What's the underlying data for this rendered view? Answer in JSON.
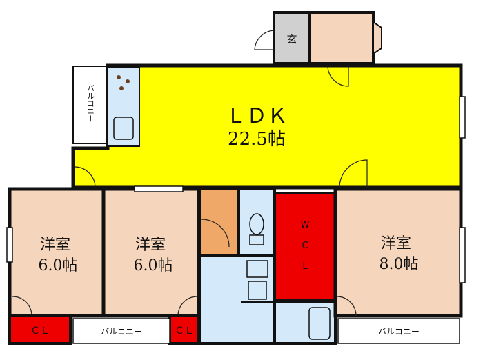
{
  "rooms": {
    "entrance": {
      "label": "玄"
    },
    "ldk": {
      "label": "ＬＤＫ",
      "area": "22.5帖"
    },
    "bedroom1": {
      "label": "洋室",
      "area": "6.0帖"
    },
    "bedroom2": {
      "label": "洋室",
      "area": "6.0帖"
    },
    "bedroom3": {
      "label": "洋室",
      "area": "8.0帖"
    },
    "wic": {
      "label": "W\nC\nL"
    },
    "closet1": {
      "label": "ＣＬ"
    },
    "closet2": {
      "label": "ＣＬ"
    },
    "balcony_left": {
      "label": "バルコニー"
    },
    "balcony_mid": {
      "label": "バルコニー"
    },
    "balcony_right": {
      "label": "バルコニー"
    }
  },
  "colors": {
    "ldk": "#ffff00",
    "bedroom": "#f5d5bc",
    "entrance": "#f5d5bc",
    "genkan_floor": "#d0d0d0",
    "storage": "#ee0000",
    "wet_area": "#d4eafa",
    "hall": "#f0a868",
    "balcony": "#ffffff"
  }
}
